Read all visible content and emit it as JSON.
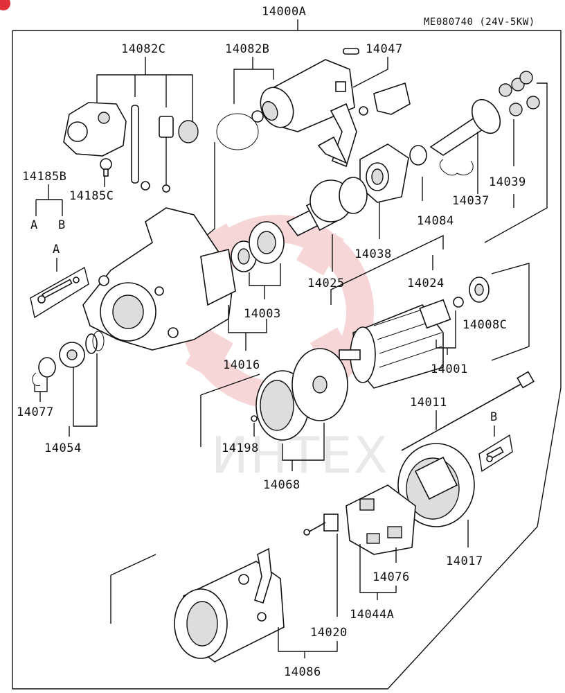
{
  "diagram": {
    "assembly_number": "14000A",
    "model_code": "ME080740 (24V-5KW)",
    "watermark_text": "ИНТЕХ",
    "watermark_color": "#f0b5b5",
    "part_numbers": [
      "14082C",
      "14082B",
      "14047",
      "14185B",
      "14185C",
      "14039",
      "14037",
      "14084",
      "14038",
      "14025",
      "14024",
      "14003",
      "14008C",
      "14001",
      "14016",
      "14077",
      "14054",
      "14011",
      "14198",
      "14068",
      "14017",
      "14076",
      "14044A",
      "14020",
      "14086"
    ],
    "detail_callouts": [
      "A",
      "B"
    ],
    "detail_letters_group": [
      "A",
      "B"
    ]
  }
}
